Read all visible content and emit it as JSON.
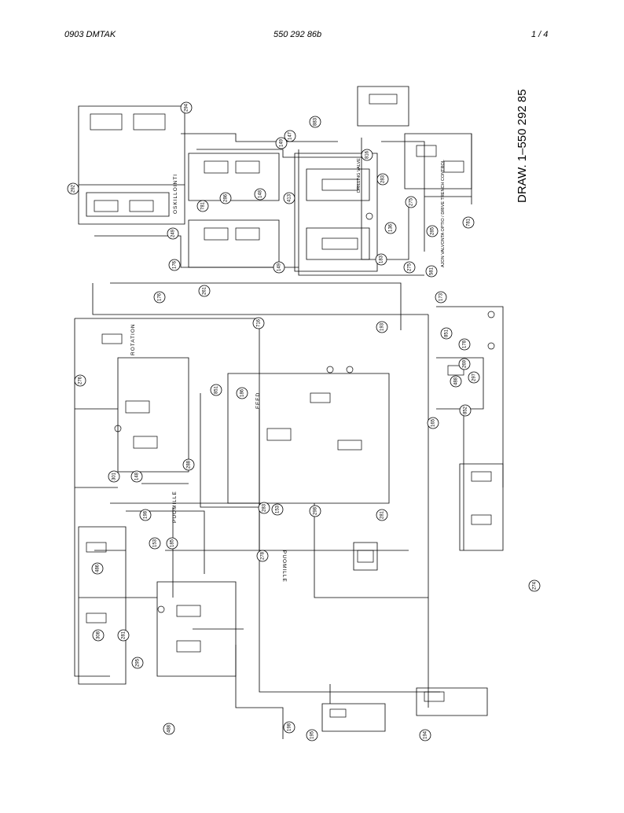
{
  "header": {
    "left": "0903   DMTAK",
    "center": "550 292 86b",
    "right": "1 /   4"
  },
  "drawing_title": "DRAW. 1–550 292 85",
  "labels": {
    "oskillointi": "OSKILLOINTI",
    "rotation": "ROTATION",
    "feed": "FEED",
    "puomille": "PUOMILLE",
    "puomille_bottom": "PUOMILLE",
    "drilling_valve": "DRILLING VALVE",
    "drive_control": "AJON VALVONTA OPTIO / DRIVE TRENCH CONTROL"
  },
  "callouts": {
    "c1": "294",
    "c2": "883",
    "c3": "149",
    "c4": "147",
    "c5": "292",
    "c6": "816",
    "c7": "283",
    "c8": "413",
    "c9": "148",
    "c10": "781",
    "c11": "286",
    "c12": "249",
    "c13": "149",
    "c14": "176",
    "c15": "183",
    "c16": "136",
    "c17": "176",
    "c18": "275",
    "c19": "716",
    "c20": "581",
    "c21": "261",
    "c22": "781",
    "c23": "173",
    "c24": "851",
    "c25": "193",
    "c26": "275",
    "c27": "285",
    "c28": "269",
    "c29": "276",
    "c30": "178",
    "c31": "488",
    "c32": "852",
    "c33": "851",
    "c34": "186",
    "c35": "165",
    "c36": "297",
    "c37": "288",
    "c38": "301",
    "c39": "148",
    "c40": "198",
    "c41": "283",
    "c42": "153",
    "c43": "153",
    "c44": "185",
    "c45": "278",
    "c46": "298",
    "c47": "281",
    "c48": "486",
    "c49": "281",
    "c50": "295",
    "c51": "488",
    "c52": "198",
    "c53": "195",
    "c54": "194",
    "c55": "274",
    "c56": "308"
  }
}
